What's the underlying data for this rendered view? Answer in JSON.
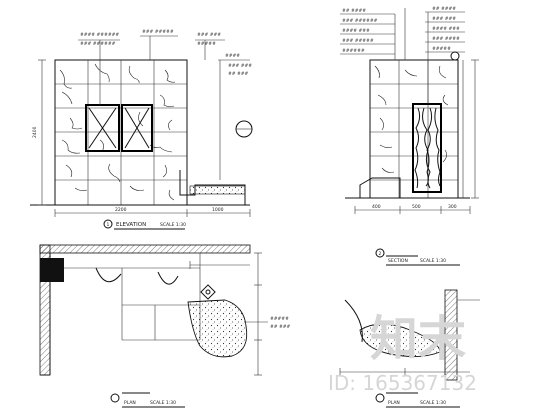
{
  "watermark": {
    "logo_text": "知末",
    "id_text": "ID: 165367132"
  },
  "drawings": {
    "elevation_left": {
      "number": "1",
      "title": "ELEVATION",
      "scale": "SCALE 1:30"
    },
    "elevation_right": {
      "number": "2",
      "title": "SECTION",
      "scale": "SCALE 1:30"
    },
    "plan_left": {
      "title": "PLAN",
      "scale": "SCALE 1:30"
    },
    "plan_right": {
      "title": "PLAN",
      "scale": "SCALE 1:30"
    }
  }
}
